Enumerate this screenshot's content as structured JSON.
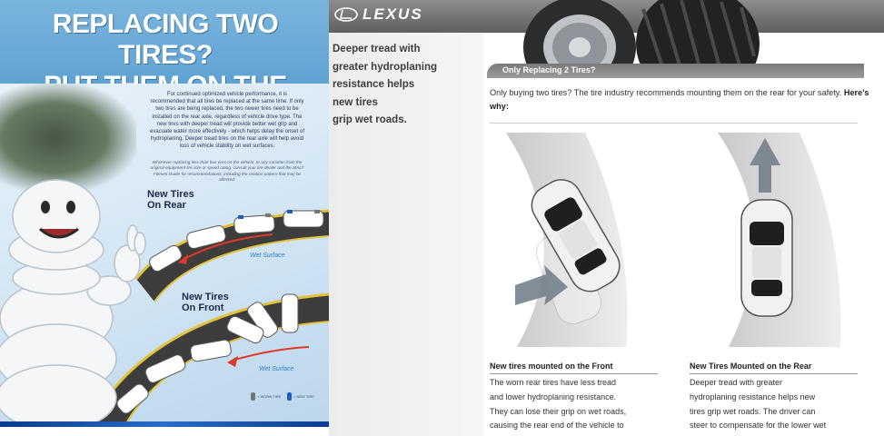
{
  "poster": {
    "title_line1": "REPLACING TWO TIRES?",
    "title_line2": "PUT THEM ON THE REAR.",
    "paragraph": "For continued optimized vehicle performance, it is recommended that all tires be replaced at the same time. If only two tires are being replaced, the two newer tires need to be installed on the rear axle, regardless of vehicle drive type. The new tires with deeper tread will provide better wet grip and evacuate water more effectively - which helps delay the onset of hydroplaning. Deeper tread tires on the rear axle will help avoid loss of vehicle stability on wet surfaces.",
    "note": "Whenever replacing less than four tires on the vehicle, or any variation from the original equipment tire size or speed rating, consult your tire dealer and the MALT Fitment Guide for recommendations, including the rotation pattern that may be affected.",
    "scenario_rear_line1": "New Tires",
    "scenario_rear_line2": "On Rear",
    "scenario_front_line1": "New Tires",
    "scenario_front_line2": "On Front",
    "wet_surface_1": "Wet Surface",
    "wet_surface_2": "Wet Surface",
    "legend_worn": "= WORN TIRE",
    "legend_new": "= NEW TIRE",
    "colors": {
      "sky": "#5fa3d3",
      "road": "#3d3d3d",
      "arrow": "#e0392b",
      "new_tire": "#1f5fb8",
      "worn_tire": "#777777"
    }
  },
  "lexus": {
    "logo_text": "LEXUS",
    "side_text": [
      "Deeper tread with",
      "greater hydroplaning",
      "resistance helps",
      "new tires",
      "grip wet roads."
    ],
    "tab_label": "Only Replacing 2 Tires?",
    "intro_text": "Only buying two tires? The tire industry recommends mounting them on the rear for your safety.",
    "intro_bold": "Here's why:",
    "front": {
      "title": "New tires mounted on the Front",
      "lines": [
        "The worn rear tires have less tread",
        "and lower hydroplaning resistance.",
        "They can lose their grip on wet roads,",
        "causing the rear end of the vehicle to"
      ]
    },
    "rear": {
      "title": "New Tires Mounted on the Rear",
      "lines": [
        "Deeper tread with greater",
        "hydroplaning resistance helps new",
        "tires grip wet roads. The driver can",
        "steer to compensate for the lower wet"
      ]
    }
  }
}
